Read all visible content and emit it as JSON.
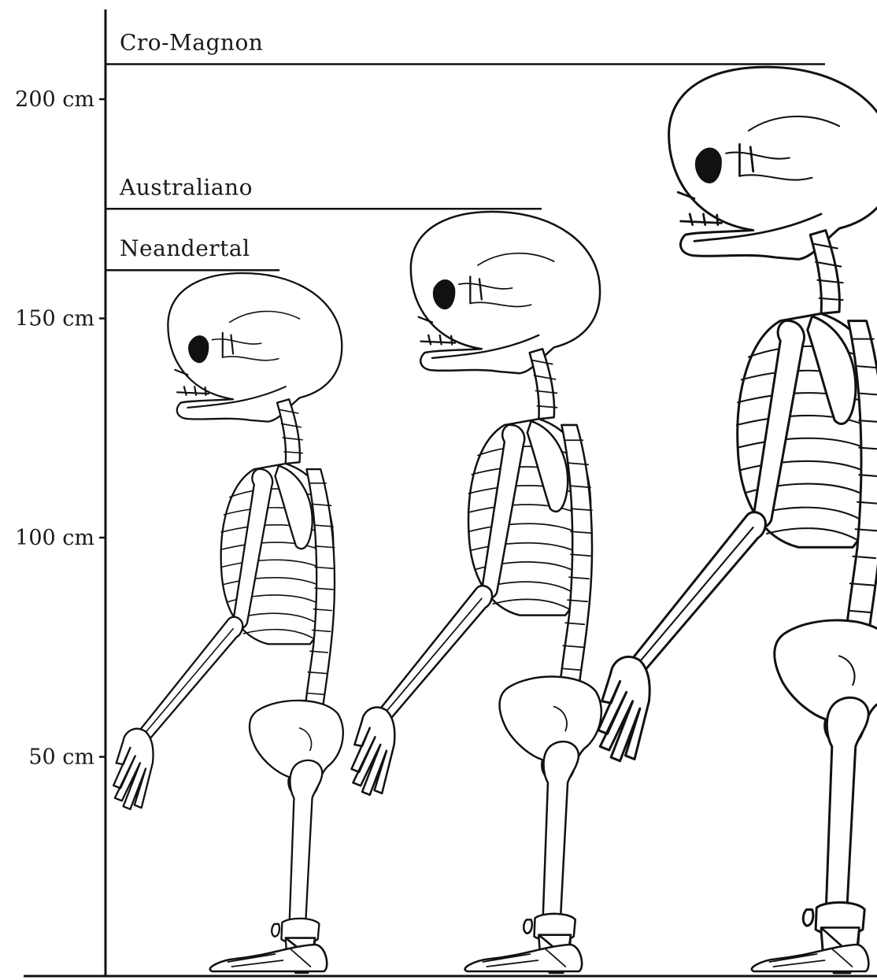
{
  "axis": {
    "ticks": [
      {
        "value": 200,
        "label": "200 cm"
      },
      {
        "value": 150,
        "label": "150 cm"
      },
      {
        "value": 100,
        "label": "100 cm"
      },
      {
        "value": 50,
        "label": "50 cm"
      }
    ],
    "range": [
      0,
      215
    ],
    "unit": "cm"
  },
  "figures": [
    {
      "name": "Neandertal",
      "height_cm": 161
    },
    {
      "name": "Australiano",
      "height_cm": 175
    },
    {
      "name": "Cro-Magnon",
      "height_cm": 208
    }
  ]
}
